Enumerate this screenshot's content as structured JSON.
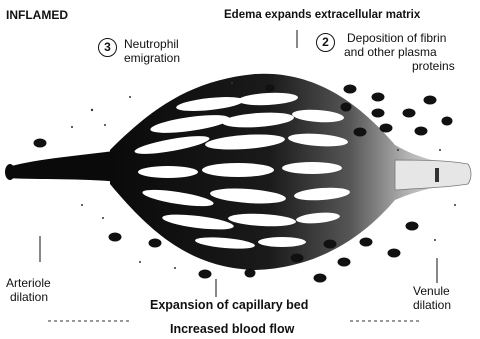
{
  "figure": {
    "state_label": "INFLAMED",
    "edema_label": "Edema expands extracellular matrix",
    "step3": {
      "number": "3",
      "label_line1": "Neutrophil",
      "label_line2": "emigration"
    },
    "step2": {
      "number": "2",
      "label_line1": "Deposition of fibrin",
      "label_line2": "and other plasma",
      "label_line3": "proteins"
    },
    "arteriole": {
      "line1": "Arteriole",
      "line2": "dilation"
    },
    "capillary_label": "Expansion of capillary bed",
    "venule": {
      "line1": "Venule",
      "line2": "dilation"
    },
    "flow_label": "Increased blood flow",
    "colors": {
      "ink": "#111111",
      "background": "#ffffff"
    }
  }
}
